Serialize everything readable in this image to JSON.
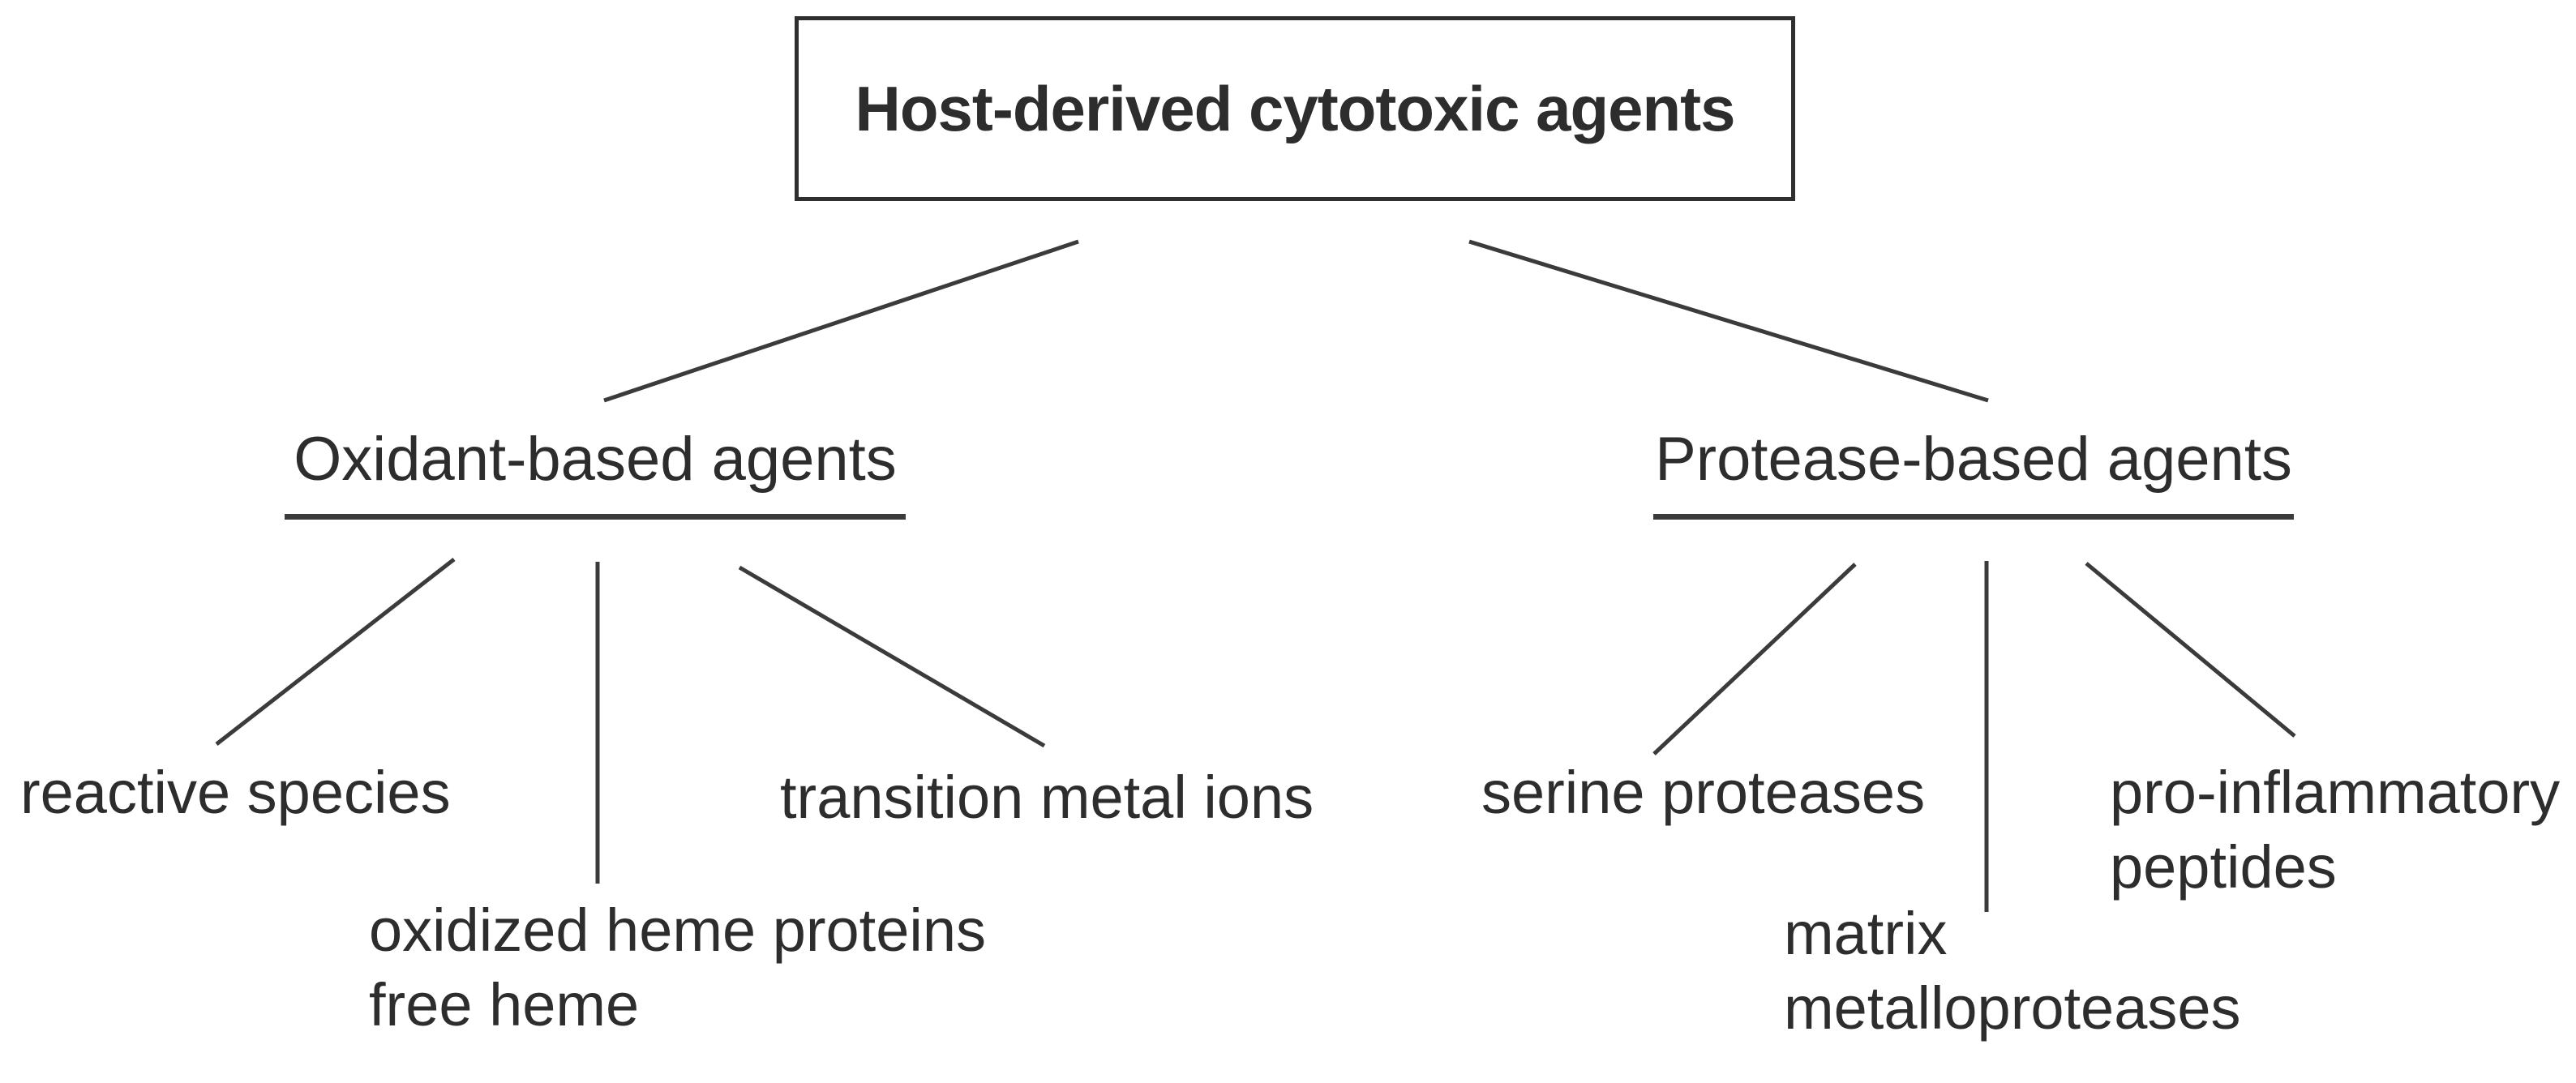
{
  "diagram": {
    "title": "Host-derived cytotoxic agents tree",
    "root": {
      "label": "Host-derived cytotoxic agents"
    },
    "branches": [
      {
        "label": "Oxidant-based agents",
        "children": [
          {
            "lines": [
              "reactive species"
            ]
          },
          {
            "lines": [
              "oxidized heme proteins",
              "free heme"
            ]
          },
          {
            "lines": [
              "transition metal ions"
            ]
          }
        ]
      },
      {
        "label": "Protease-based agents",
        "children": [
          {
            "lines": [
              "serine proteases"
            ]
          },
          {
            "lines": [
              "matrix",
              "metalloproteases"
            ]
          },
          {
            "lines": [
              "pro-inflammatory",
              "peptides"
            ]
          }
        ]
      }
    ],
    "colors": {
      "background": "#ffffff",
      "text": "#2d2d2d",
      "line": "#3b3b3b",
      "box_border": "#2f2f2f"
    }
  }
}
